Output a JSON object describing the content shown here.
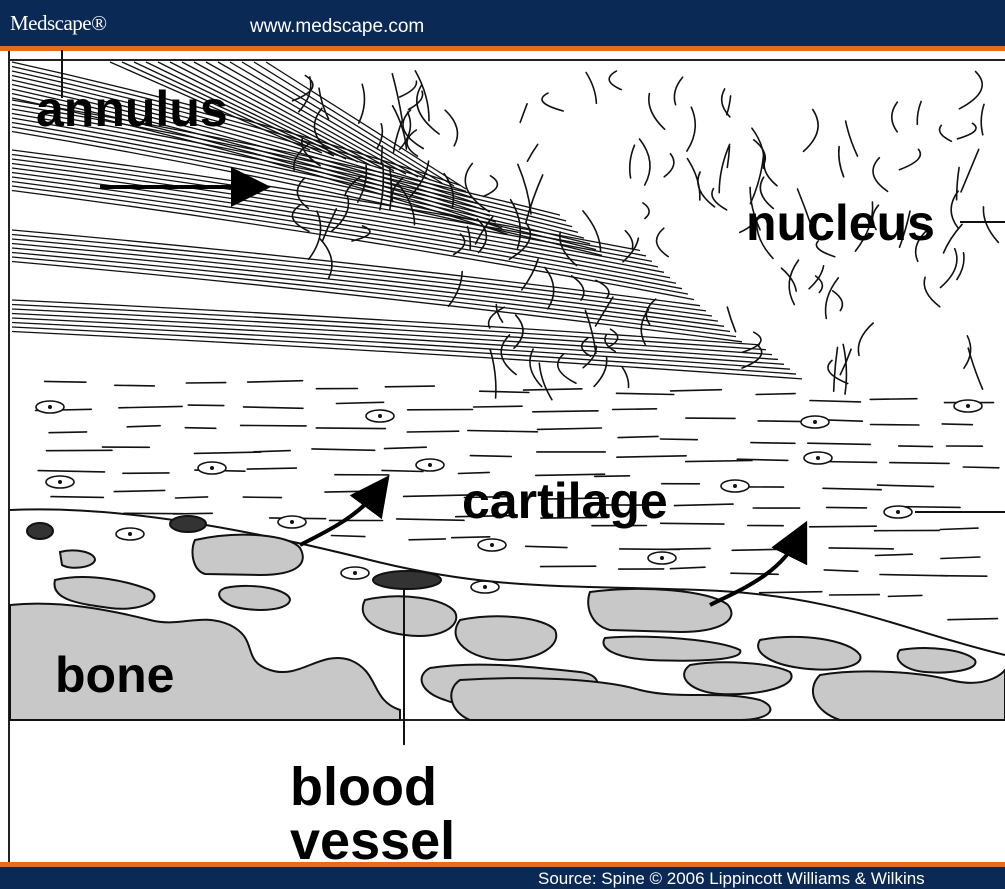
{
  "header": {
    "brand": "Medscape®",
    "url": "www.medscape.com"
  },
  "labels": {
    "annulus": "annulus",
    "nucleus": "nucleus",
    "cartilage": "cartilage",
    "bone": "bone",
    "blood_vessel_line1": "blood",
    "blood_vessel_line2": "vessel"
  },
  "footer": {
    "source": "Source: Spine © 2006 Lippincott Williams & Wilkins"
  },
  "colors": {
    "header_bg": "#0a2a55",
    "accent_stripe": "#e86a1a",
    "bone_fill": "#c8c8c8",
    "vessel_fill": "#333333"
  }
}
